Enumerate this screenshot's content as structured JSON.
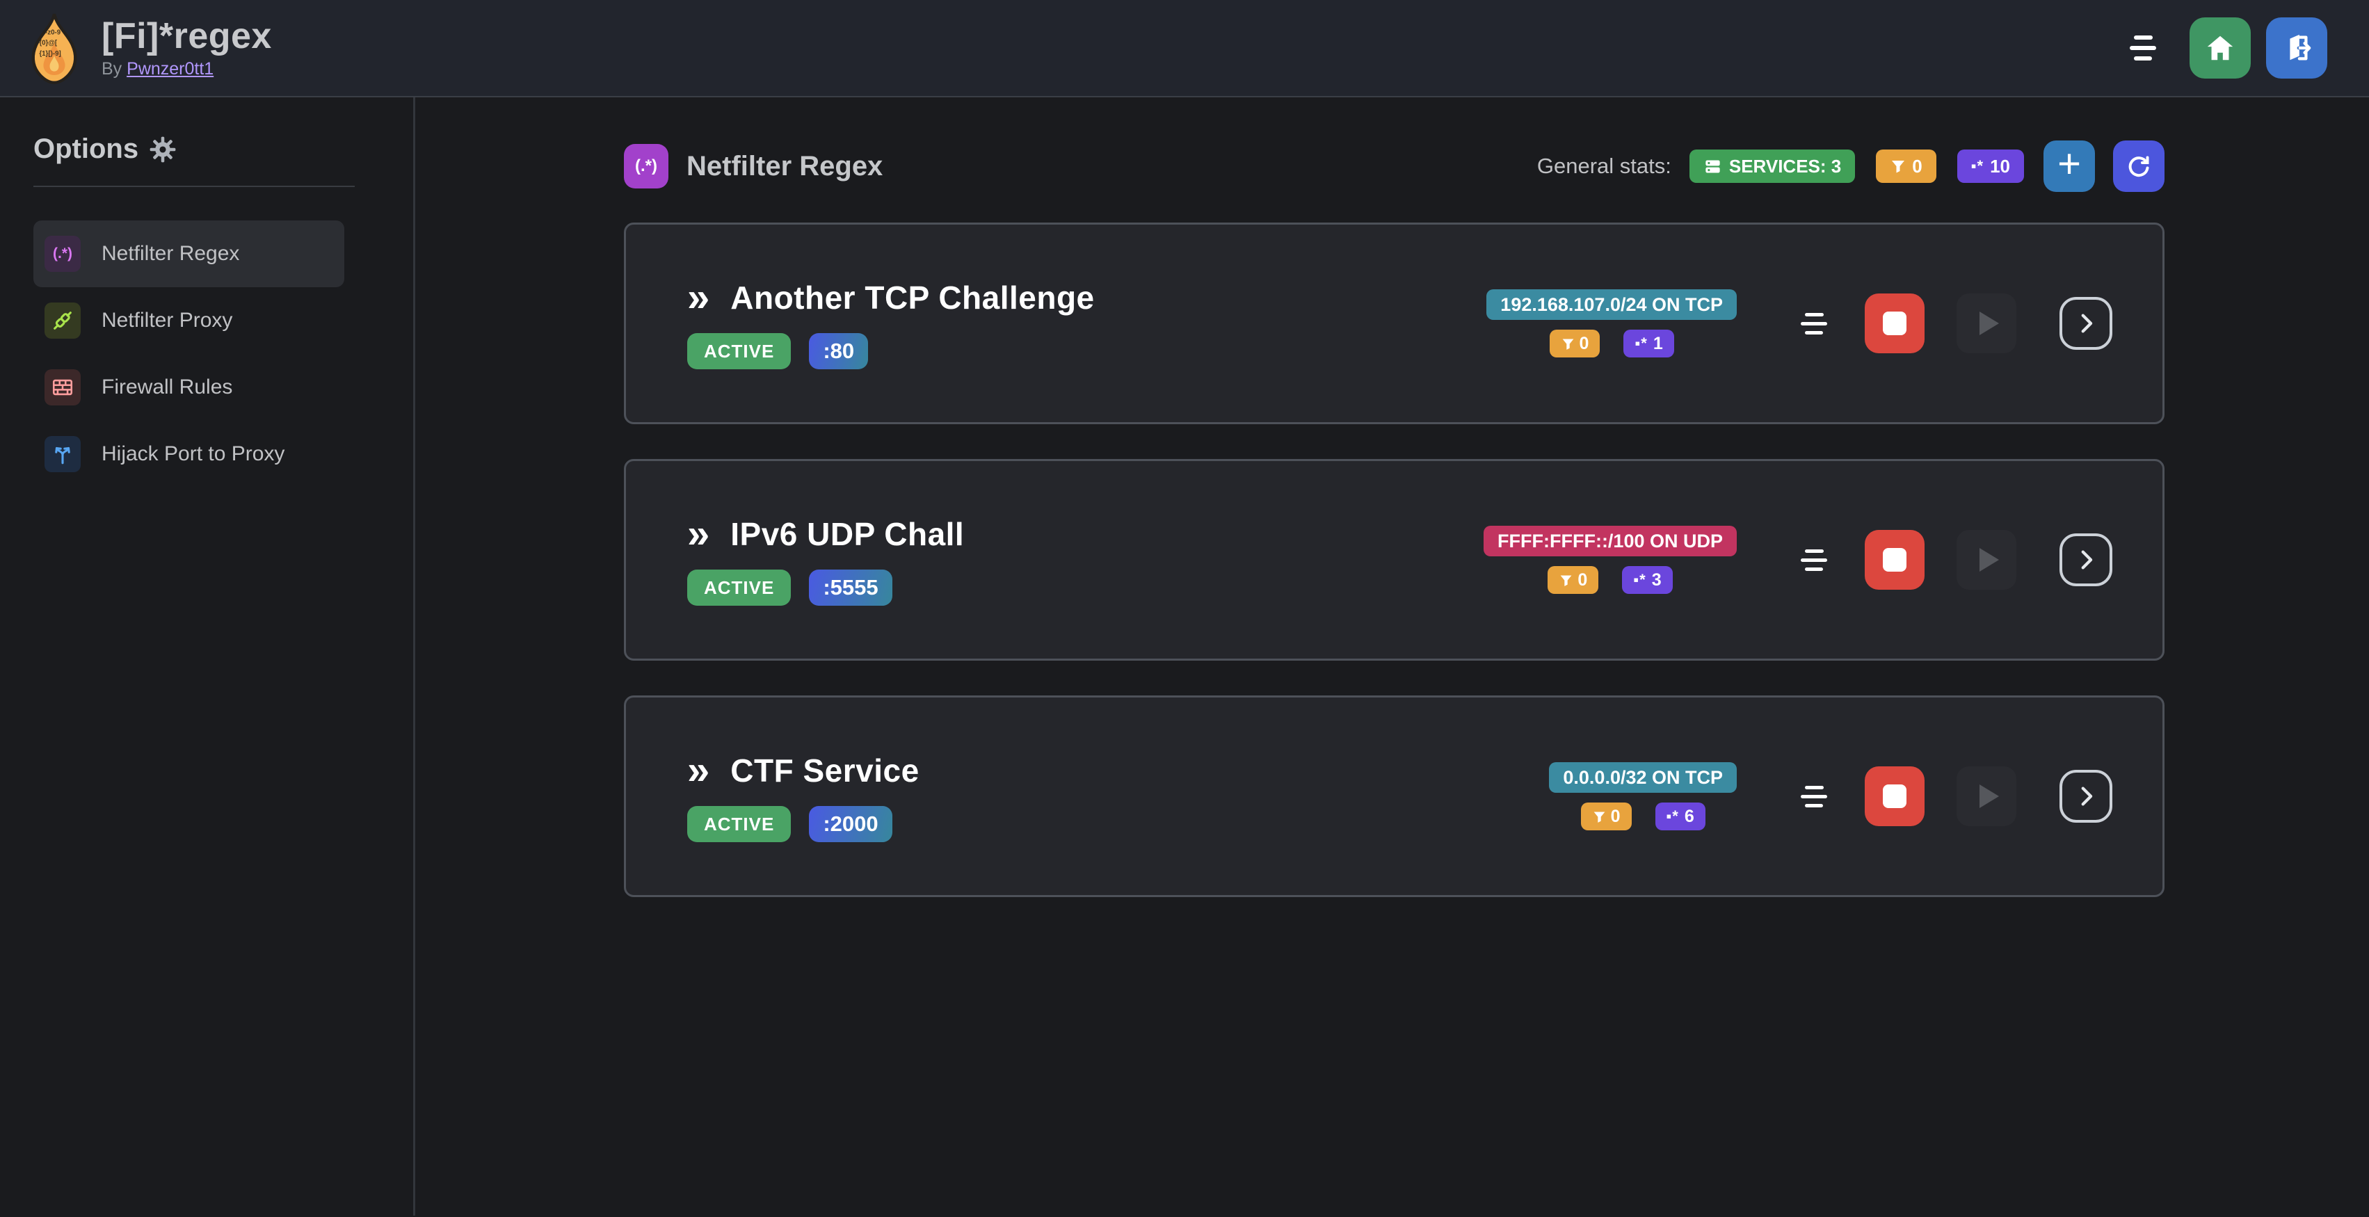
{
  "header": {
    "title": "[Fi]*regex",
    "by_prefix": "By",
    "by_link": "Pwnzer0tt1",
    "logo_text_top": "-z0-9",
    "logo_text_mid": "{0}@[",
    "logo_text_bottom": "{1}[)-9]"
  },
  "sidebar": {
    "heading": "Options",
    "items": [
      {
        "label": "Netfilter Regex"
      },
      {
        "label": "Netfilter Proxy"
      },
      {
        "label": "Firewall Rules"
      },
      {
        "label": "Hijack Port to Proxy"
      }
    ]
  },
  "main": {
    "section_title": "Netfilter Regex",
    "stats": {
      "label": "General stats:",
      "services": "SERVICES: 3",
      "filters": "0",
      "regexes": "10"
    },
    "services": [
      {
        "name": "Another TCP Challenge",
        "status": "ACTIVE",
        "port": ":80",
        "address": "192.168.107.0/24 ON TCP",
        "address_color": "#3b8ba1",
        "filters": "0",
        "regexes": "1"
      },
      {
        "name": "IPv6 UDP Chall",
        "status": "ACTIVE",
        "port": ":5555",
        "address": "FFFF:FFFF::/100 ON UDP",
        "address_color": "#c23460",
        "filters": "0",
        "regexes": "3"
      },
      {
        "name": "CTF Service",
        "status": "ACTIVE",
        "port": ":2000",
        "address": "0.0.0.0/32 ON TCP",
        "address_color": "#3b8ba1",
        "filters": "0",
        "regexes": "6"
      }
    ]
  },
  "icons": {
    "chevron_double": "»",
    "regex_glyph": "(.*)",
    "regex_badge_glyph": "▪*",
    "plus": "+"
  },
  "colors": {
    "accent_green": "#40a057",
    "accent_orange": "#e8a33d",
    "accent_violet": "#6b46dd",
    "accent_blue": "#337ab8",
    "accent_indigo": "#4c56dd",
    "status_active_green": "#4aa365",
    "stop_red": "#dc473e",
    "section_purple": "#a241cb"
  }
}
